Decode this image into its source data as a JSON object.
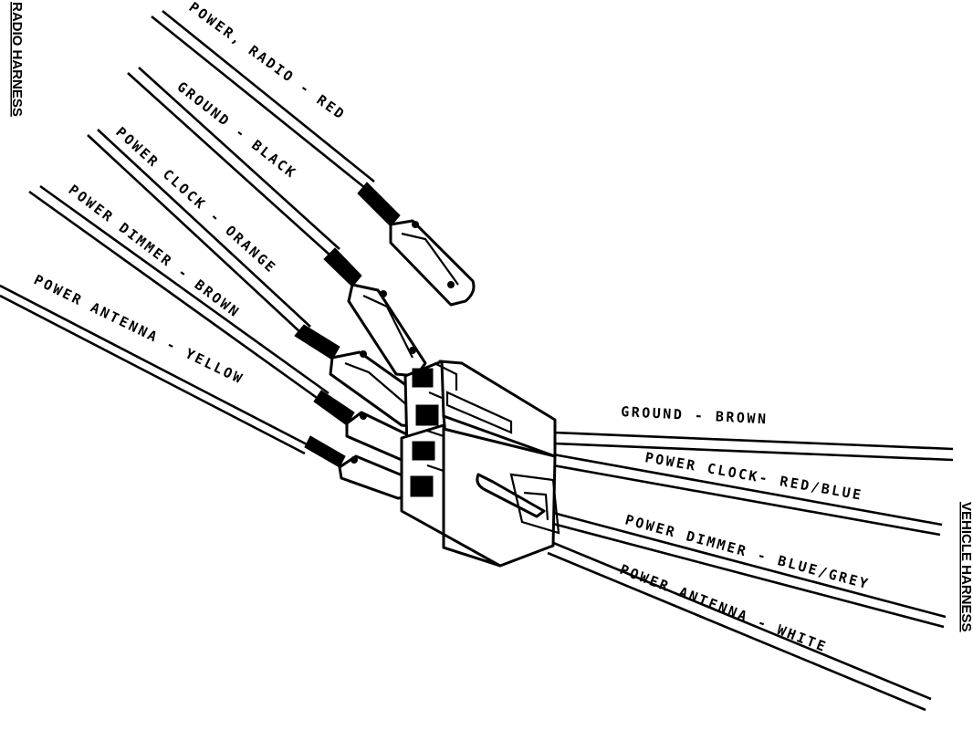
{
  "side_labels": {
    "radio": "RADIO HARNESS",
    "vehicle": "VEHICLE HARNESS"
  },
  "radio_wires": [
    {
      "label": "POWER, RADIO - RED"
    },
    {
      "label": "GROUND - BLACK"
    },
    {
      "label": "POWER CLOCK - ORANGE"
    },
    {
      "label": "POWER DIMMER - BROWN"
    },
    {
      "label": "POWER ANTENNA - YELLOW"
    }
  ],
  "vehicle_wires": [
    {
      "label": "GROUND - BROWN"
    },
    {
      "label": "POWER CLOCK- RED/BLUE"
    },
    {
      "label": "POWER DIMMER - BLUE/GREY"
    },
    {
      "label": "POWER ANTENNA - WHITE"
    }
  ]
}
